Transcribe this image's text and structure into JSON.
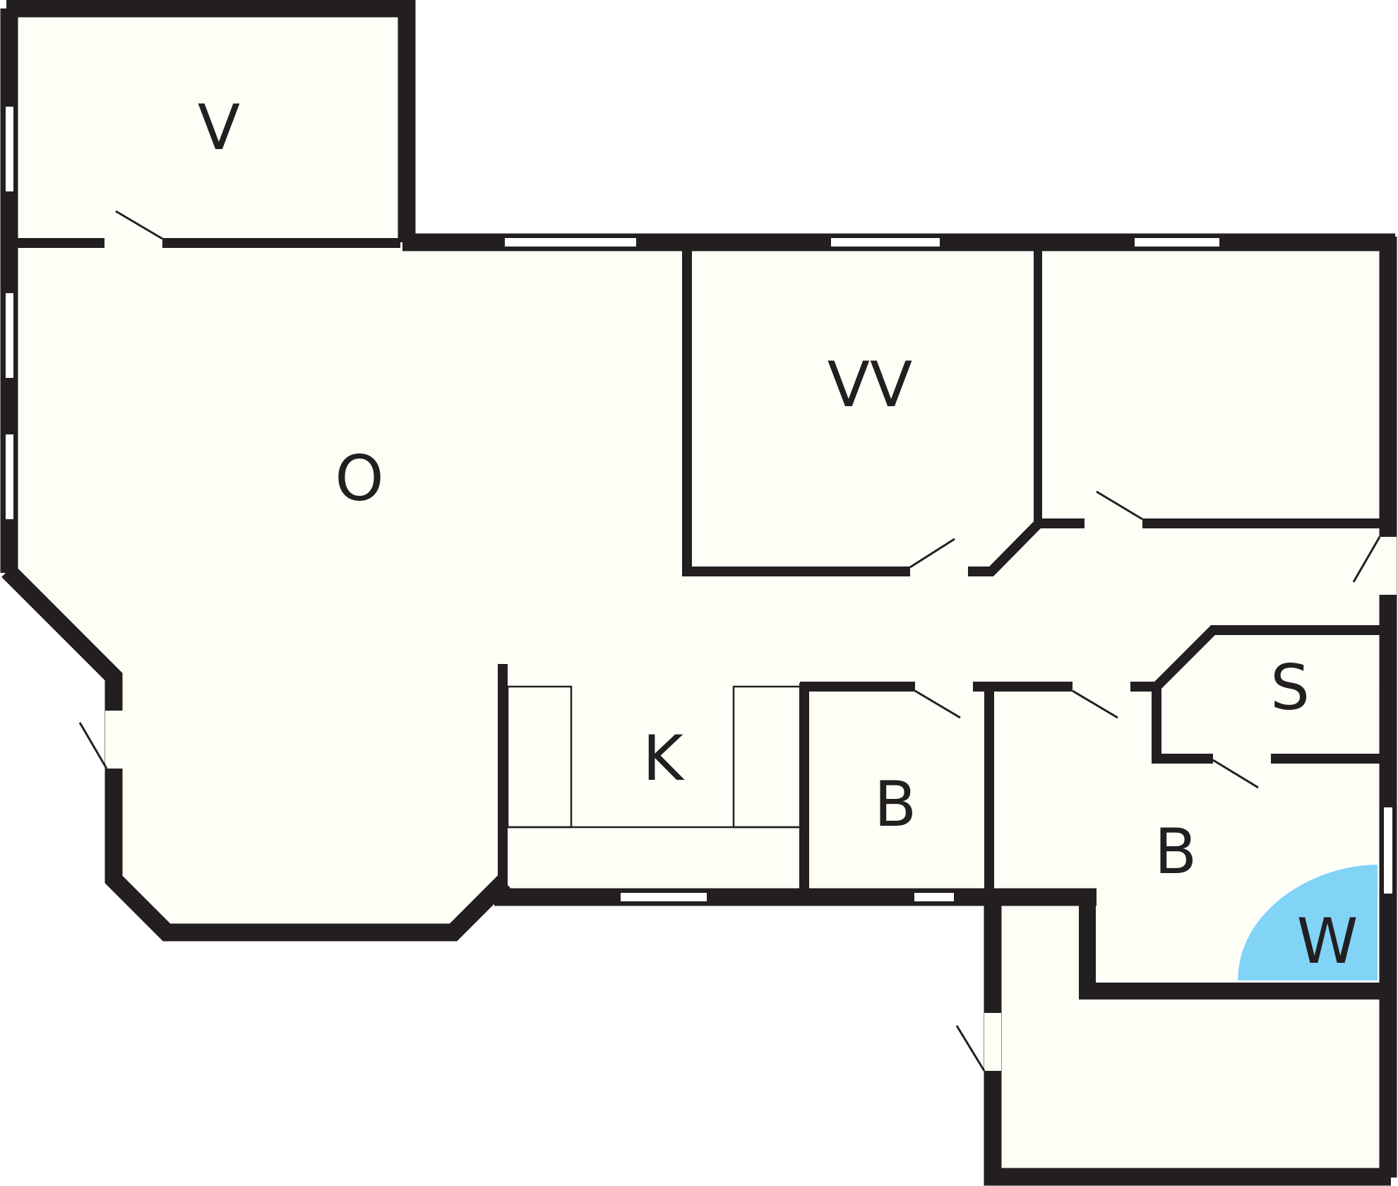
{
  "floorplan": {
    "colors": {
      "wall": "#231f20",
      "floor": "#fdfef6",
      "wardrobe": "#81d4f5"
    },
    "rooms": {
      "v": {
        "label": "V"
      },
      "vv": {
        "label": "VV"
      },
      "o": {
        "label": "O"
      },
      "k": {
        "label": "K"
      },
      "b1": {
        "label": "B"
      },
      "b2": {
        "label": "B"
      },
      "s": {
        "label": "S"
      },
      "w": {
        "label": "W"
      }
    }
  }
}
